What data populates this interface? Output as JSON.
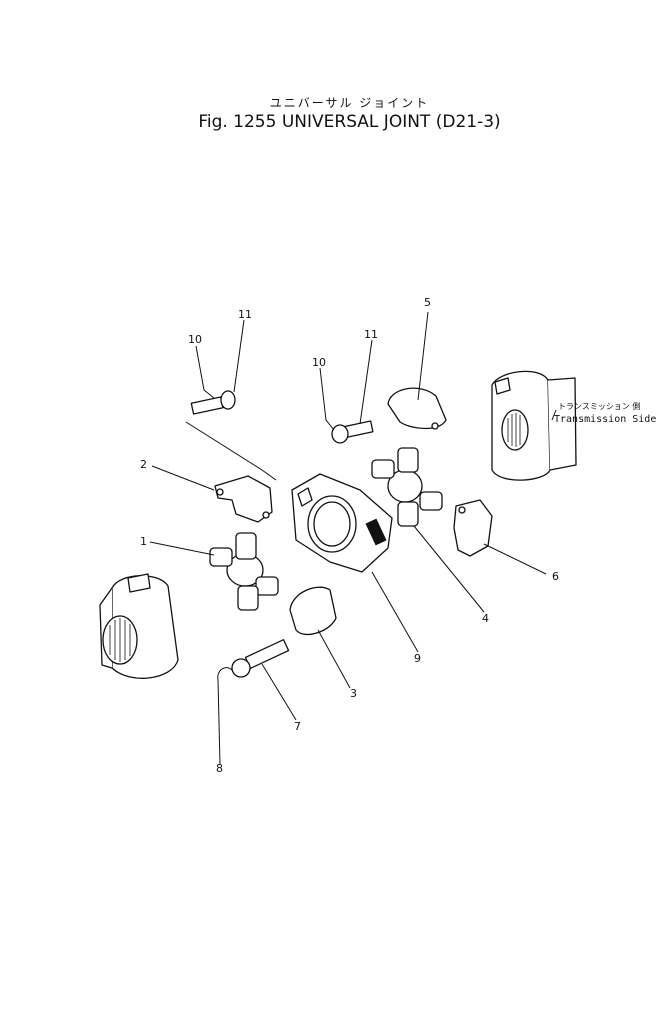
{
  "header": {
    "title_jp": "ユニバーサル ジョイント",
    "title_en": "Fig. 1255 UNIVERSAL JOINT (D21-3)"
  },
  "side_label": {
    "jp": "トランスミッション 側",
    "en": "Transmission Side"
  },
  "callouts": {
    "c1": "1",
    "c2": "2",
    "c3": "3",
    "c4": "4",
    "c5": "5",
    "c6": "6",
    "c7": "7",
    "c8": "8",
    "c9": "9",
    "c10a": "10",
    "c11a": "11",
    "c10b": "10",
    "c11b": "11"
  }
}
